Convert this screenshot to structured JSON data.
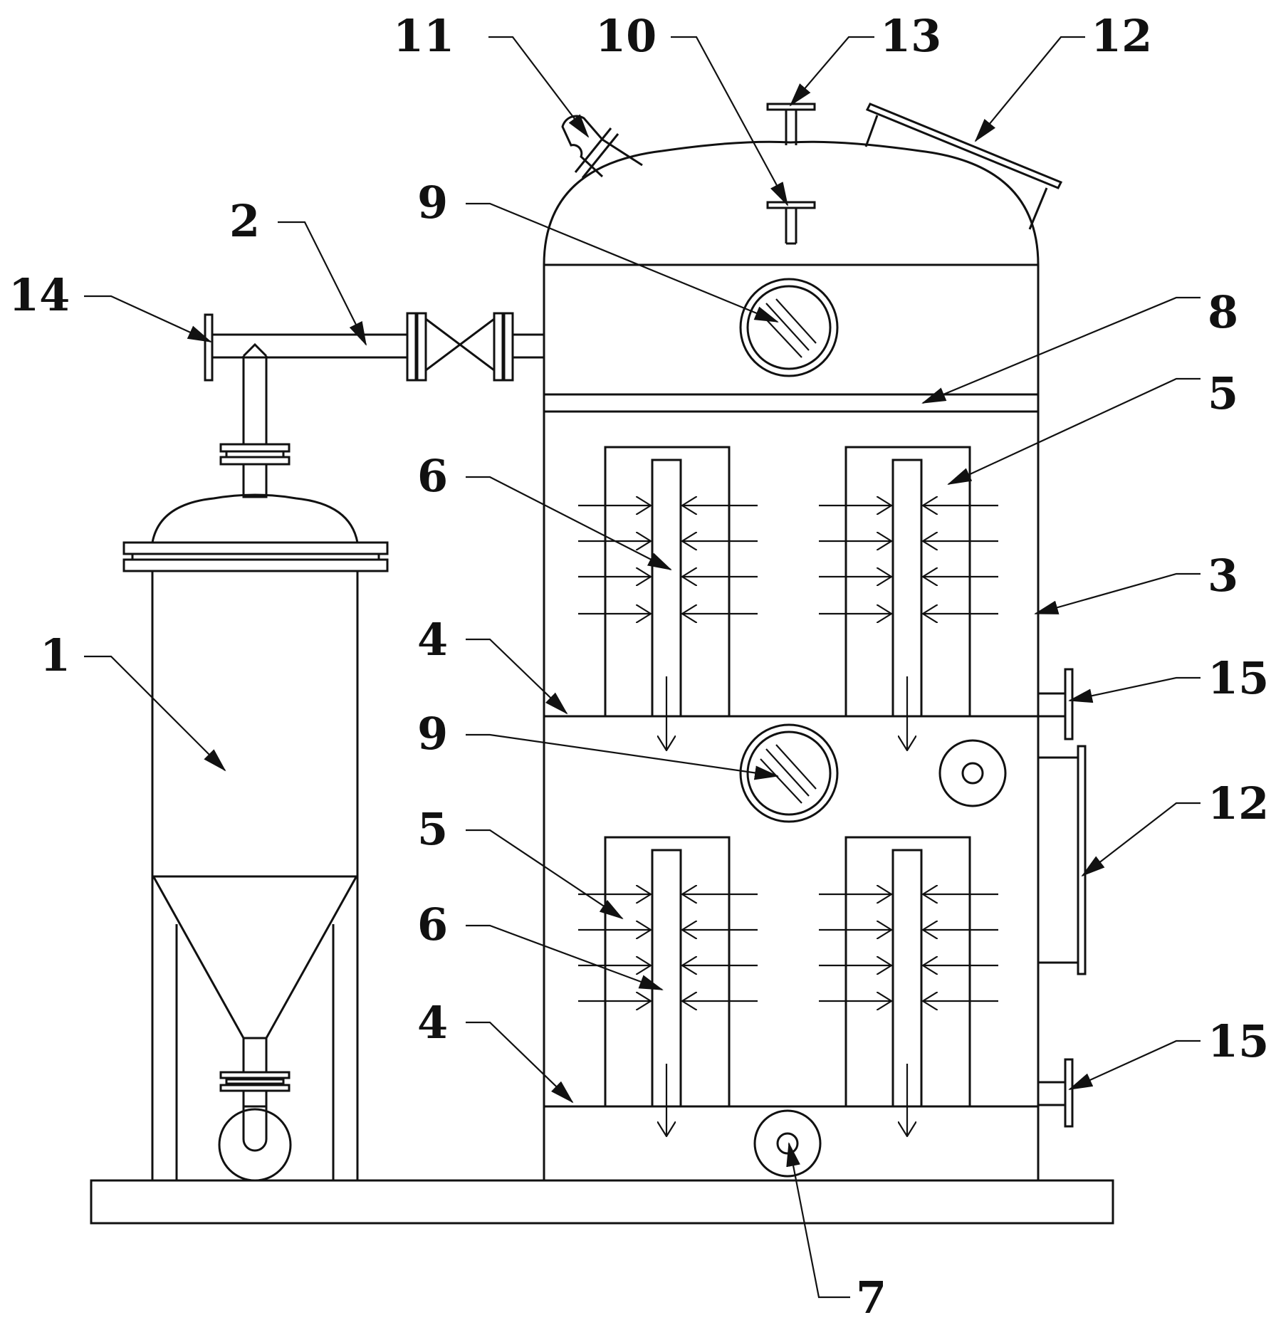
{
  "diagram": {
    "labels": {
      "filter_tank": "1",
      "connecting_pipe": "2",
      "main_tank": "3",
      "partition_plate": "4",
      "filter_cartridge": "5",
      "center_tube": "6",
      "drain_outlet": "7",
      "upper_plate": "8",
      "sight_glass": "9",
      "top_port_10": "10",
      "top_port_11": "11",
      "manhole": "12",
      "top_port_13": "13",
      "inlet_flange": "14",
      "side_flange": "15"
    }
  }
}
